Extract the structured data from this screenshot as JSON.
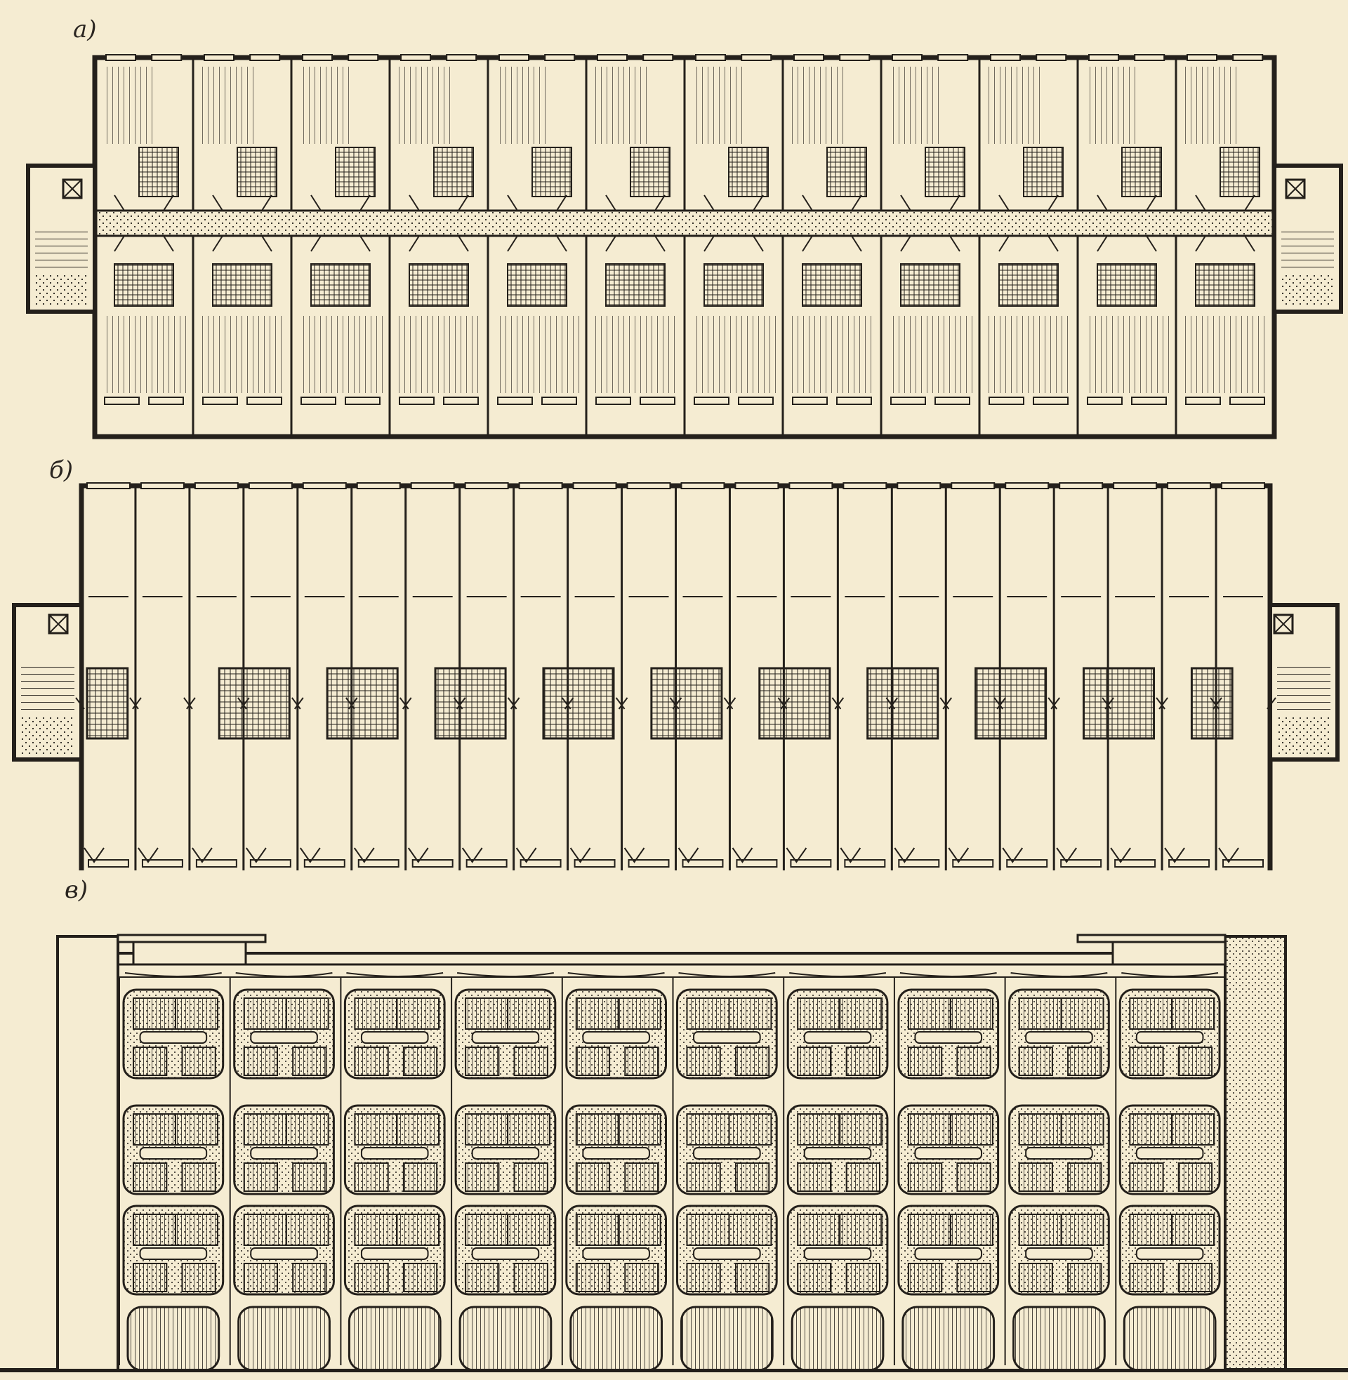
{
  "figure": {
    "background": "#f5ecd2",
    "ink": "#24201b",
    "panels": [
      {
        "id": "plan-a",
        "label": "а)"
      },
      {
        "id": "plan-b",
        "label": "б)"
      },
      {
        "id": "elevation-c",
        "label": "в)"
      }
    ]
  }
}
